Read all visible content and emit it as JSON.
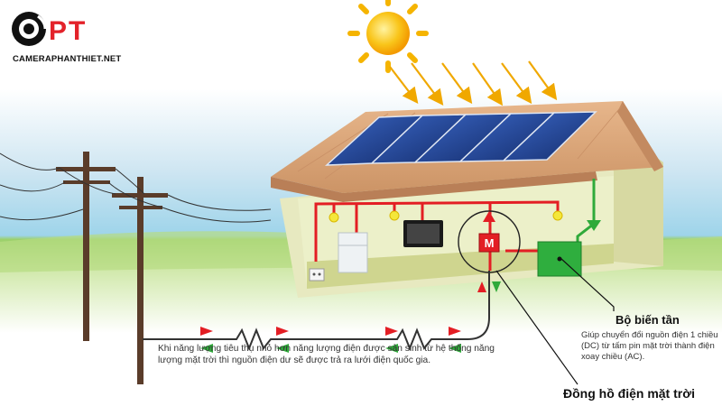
{
  "logo": {
    "letters": "PT",
    "site": "CAMERAPHANTHIET.NET",
    "colors": {
      "dark": "#111111",
      "accent": "#e3222a"
    }
  },
  "labels": {
    "meter_symbol": "M",
    "inverter_title": "Bộ biến tần",
    "inverter_desc": "Giúp chuyển đổi nguồn điện 1 chiều (DC) từ tấm pin mặt trời thành điện xoay chiều (AC).",
    "meter_title": "Đồng hồ điện mặt trời",
    "grid_desc": "Khi năng lượng tiêu thụ nhỏ hơn năng lượng điện được sản sinh từ hệ thống năng lượng mặt trời thì nguồn điện dư sẽ được trả ra lưới điện quốc gia."
  },
  "icons": [
    "sun-icon",
    "solar-panel-icon",
    "light-bulb-icon",
    "refrigerator-icon",
    "television-icon",
    "power-outlet-icon",
    "inverter-icon",
    "electric-meter-icon",
    "utility-pole-icon",
    "resistor-icon"
  ],
  "colors": {
    "sky": "#cfe6f2",
    "grass": "#8cc94e",
    "roof": "#d9a57a",
    "wall": "#e9ebc3",
    "panel": "#1f3f8f",
    "wire_red": "#e31e24",
    "wire_green": "#2faa3a",
    "sun": "#f7b600"
  }
}
